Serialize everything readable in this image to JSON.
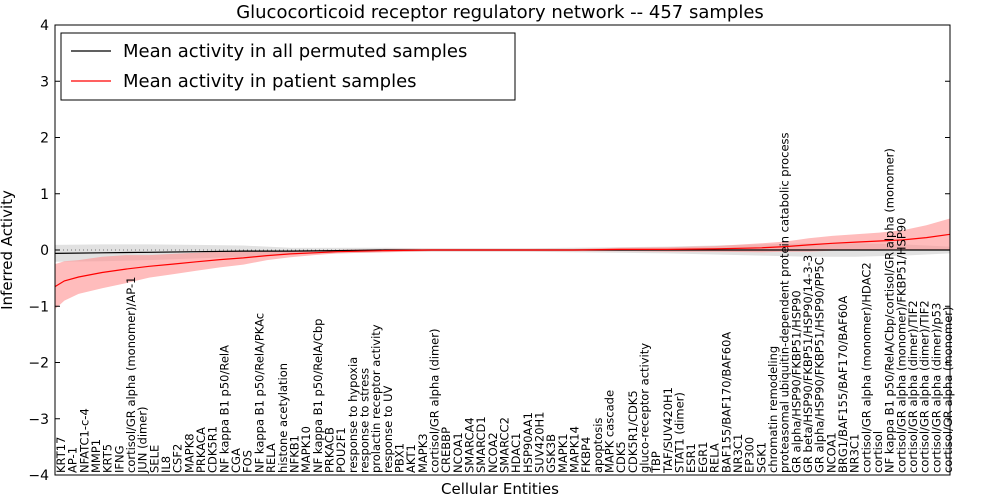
{
  "chart_data": {
    "type": "line",
    "title": "Glucocorticoid receptor regulatory network -- 457 samples",
    "xlabel": "Cellular Entities",
    "ylabel": "Inferred Activity",
    "ylim": [
      -4,
      4
    ],
    "yticks": [
      "−4",
      "−3",
      "−2",
      "−1",
      "0",
      "1",
      "2",
      "3",
      "4"
    ],
    "grid": false,
    "legend_position": "top-left",
    "series": [
      {
        "name": "Mean activity in all permuted samples",
        "color": "#000000",
        "band_color": "#c8c8c8",
        "points": [
          [
            0,
            -0.06,
            0.15
          ],
          [
            10,
            -0.05,
            0.15
          ],
          [
            20,
            -0.04,
            0.14
          ],
          [
            30,
            -0.03,
            0.12
          ],
          [
            40,
            -0.02,
            0.1
          ],
          [
            50,
            -0.02,
            0.06
          ],
          [
            60,
            -0.01,
            0.05
          ],
          [
            70,
            0.0,
            0.04
          ],
          [
            80,
            0.0,
            0.03
          ],
          [
            90,
            0.0,
            0.03
          ],
          [
            100,
            0.0,
            0.03
          ],
          [
            110,
            0.0,
            0.04
          ],
          [
            120,
            0.0,
            0.05
          ],
          [
            130,
            0.0,
            0.06
          ],
          [
            140,
            0.0,
            0.08
          ],
          [
            150,
            0.0,
            0.1
          ],
          [
            160,
            0.0,
            0.12
          ],
          [
            170,
            0.0,
            0.12
          ],
          [
            180,
            0.0,
            0.1
          ],
          [
            190,
            0.0,
            0.06
          ]
        ]
      },
      {
        "name": "Mean activity in patient samples",
        "color": "#ff0000",
        "band_color": "#ff9090",
        "points": [
          [
            0,
            -0.65,
            0.4
          ],
          [
            2,
            -0.55,
            0.35
          ],
          [
            5,
            -0.48,
            0.3
          ],
          [
            10,
            -0.4,
            0.28
          ],
          [
            15,
            -0.34,
            0.25
          ],
          [
            20,
            -0.29,
            0.2
          ],
          [
            25,
            -0.25,
            0.18
          ],
          [
            30,
            -0.21,
            0.16
          ],
          [
            35,
            -0.17,
            0.14
          ],
          [
            40,
            -0.14,
            0.12
          ],
          [
            45,
            -0.1,
            0.08
          ],
          [
            50,
            -0.07,
            0.06
          ],
          [
            55,
            -0.05,
            0.04
          ],
          [
            60,
            -0.03,
            0.03
          ],
          [
            70,
            -0.01,
            0.03
          ],
          [
            80,
            0.0,
            0.02
          ],
          [
            90,
            0.0,
            0.02
          ],
          [
            100,
            0.0,
            0.02
          ],
          [
            110,
            0.0,
            0.02
          ],
          [
            120,
            0.01,
            0.03
          ],
          [
            130,
            0.01,
            0.04
          ],
          [
            140,
            0.02,
            0.05
          ],
          [
            150,
            0.04,
            0.08
          ],
          [
            155,
            0.06,
            0.09
          ],
          [
            160,
            0.09,
            0.12
          ],
          [
            165,
            0.12,
            0.13
          ],
          [
            170,
            0.14,
            0.14
          ],
          [
            175,
            0.16,
            0.15
          ],
          [
            180,
            0.18,
            0.17
          ],
          [
            185,
            0.22,
            0.22
          ],
          [
            190,
            0.28,
            0.28
          ]
        ]
      }
    ],
    "x_range": [
      0,
      190
    ],
    "entities": [
      "KRT17",
      "AP-1",
      "NFATC1-c-4",
      "MMP1",
      "KRT5",
      "IFNG",
      "cortisol/GR alpha (monomer)/AP-1",
      "JUN (dimer)",
      "SELE",
      "IL8",
      "CSF2",
      "MAPK8",
      "PRKACA",
      "CDK5R1",
      "NF kappa B1 p50/RelA",
      "CGA",
      "FOS",
      "NF kappa B1 p50/RelA/PKAc",
      "RELA",
      "histone acetylation",
      "NFKB1",
      "MAPK10",
      "NF kappa B1 p50/RelA/Cbp",
      "PRKACB",
      "POU2F1",
      "response to hypoxia",
      "response to stress",
      "prolactin receptor activity",
      "response to UV",
      "PBX1",
      "AKT1",
      "MAPK3",
      "cortisol/GR alpha (dimer)",
      "CREBBP",
      "NCOA1",
      "SMARCA4",
      "SMARCD1",
      "NCOA2",
      "SMARCC2",
      "HDAC1",
      "HSP90AA1",
      "SUV420H1",
      "GSK3B",
      "MAPK1",
      "MAPK14",
      "FKBP4",
      "apoptosis",
      "MAPK cascade",
      "CDK5",
      "CDK5R1/CDK5",
      "gluco-receptor activity",
      "TBP",
      "TAF/SUV420H1",
      "STAT1 (dimer)",
      "ESR1",
      "EGR1",
      "RELA",
      "BAF155/BAF170/BAF60A",
      "NR3C1",
      "EP300",
      "SGK1",
      "chromatin remodeling",
      "proteasomal ubiquitin-dependent protein catabolic process",
      "GR alpha/HSP90/FKBP51/HSP90",
      "GR beta/HSP90/FKBP51/HSP90/14-3-3",
      "GR alpha/HSP90/FKBP51/HSP90/PP5C",
      "NCOA1",
      "BRG1/BAF155/BAF170/BAF60A",
      "NR3C1",
      "cortisol/GR alpha (monomer)/HDAC2",
      "cortisol",
      "NF kappa B1 p50/RelA/Cbp/cortisol/GR alpha (monomer)",
      "cortisol/GR alpha (monomer)/FKBP51/HSP90",
      "cortisol/GR alpha (dimer)/TIF2",
      "cortisol/GR alpha (dimer)/TIF2",
      "cortisol/GR alpha (dimer)/p53",
      "cortisol/GR alpha (monomer)"
    ]
  },
  "legend": {
    "items": [
      {
        "label": "Mean activity in all permuted samples",
        "color": "#000000"
      },
      {
        "label": "Mean activity in patient samples",
        "color": "#ff0000"
      }
    ]
  }
}
